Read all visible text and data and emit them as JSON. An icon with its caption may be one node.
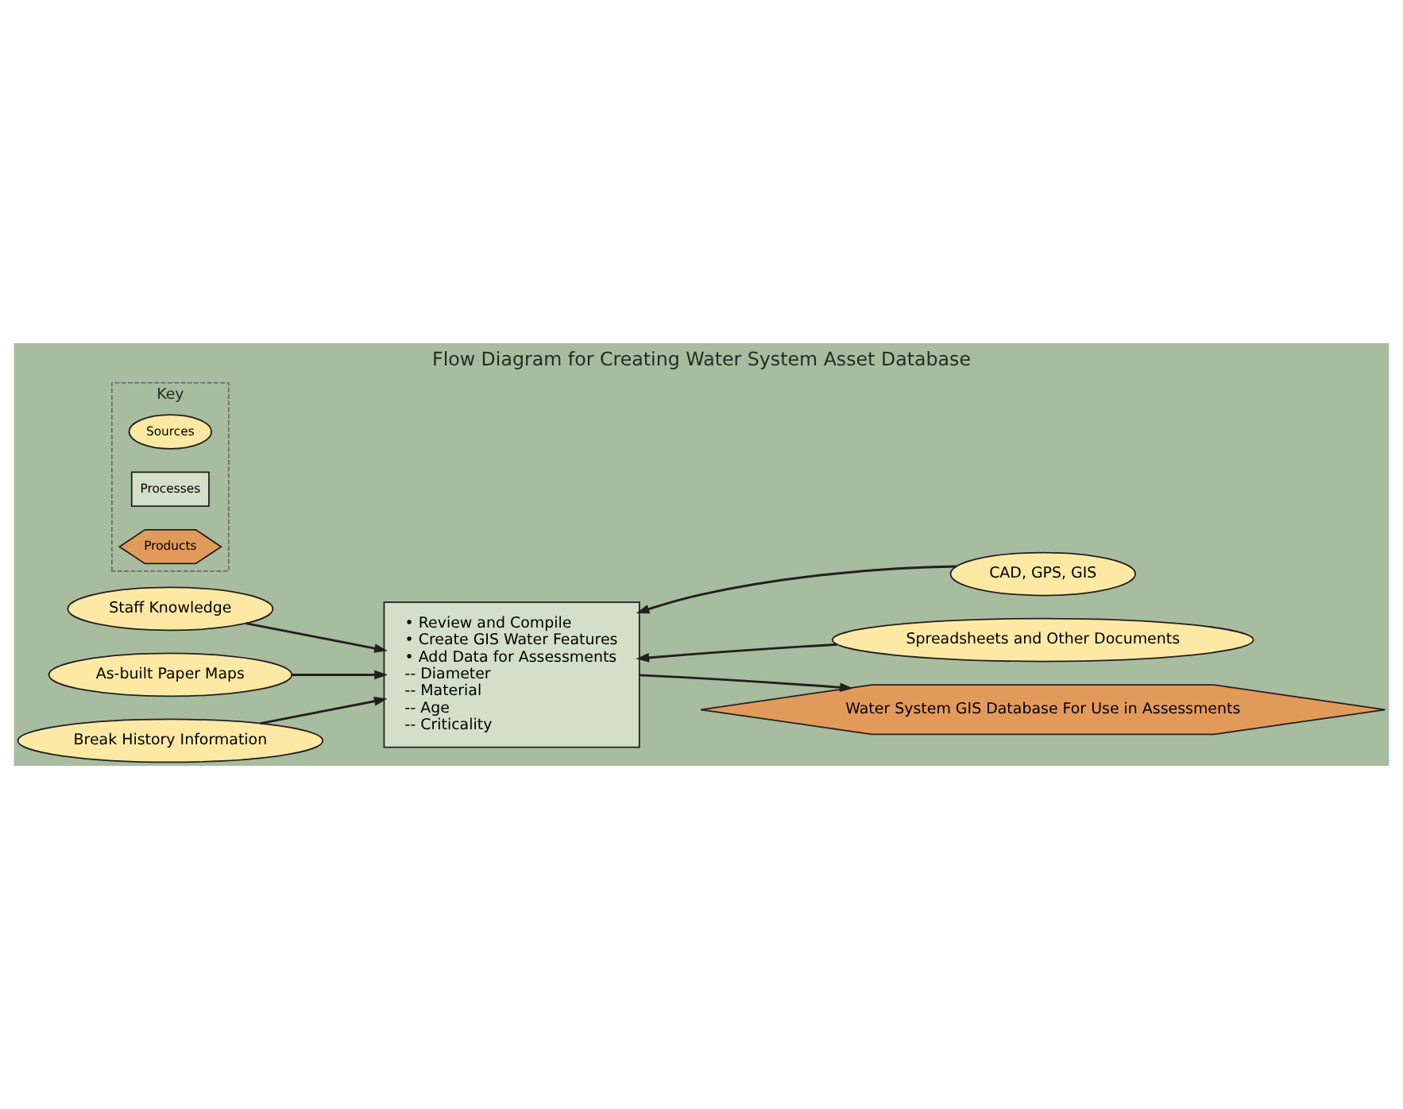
{
  "diagram": {
    "title": "Flow Diagram for Creating Water System Asset Database",
    "nodes": [
      {
        "text": [
          "Staff Knowledge"
        ]
      },
      {
        "text": [
          "As-built Paper Maps"
        ]
      },
      {
        "text": [
          "Break History Information"
        ]
      },
      {
        "text": [
          "• Review and Compile",
          "• Create GIS Water Features",
          "• Add Data for Assessments",
          "-- Diameter",
          "-- Material",
          "-- Age",
          "-- Criticality"
        ]
      },
      {
        "text": [
          "CAD, GPS, GIS"
        ]
      },
      {
        "text": [
          "Spreadsheets and Other Documents"
        ]
      },
      {
        "text": [
          "Water System GIS Database For Use in Assessments"
        ]
      },
      {
        "text": [
          "Key"
        ]
      }
    ],
    "edges": [
      {
        "from": 0,
        "to": 3,
        "arrow": "to"
      },
      {
        "from": 1,
        "to": 3,
        "arrow": "to"
      },
      {
        "from": 2,
        "to": 3,
        "arrow": "to"
      },
      {
        "from": 4,
        "to": 3,
        "arrow": "to"
      },
      {
        "from": 5,
        "to": 3,
        "arrow": "to"
      },
      {
        "from": 3,
        "to": 6,
        "arrow": "to"
      }
    ],
    "legend": [
      {
        "text": "Sources",
        "color": "#fde9a4"
      },
      {
        "text": "Processes",
        "color": "#d3dfc8"
      },
      {
        "text": "Products",
        "color": "#e29a5a"
      }
    ]
  }
}
